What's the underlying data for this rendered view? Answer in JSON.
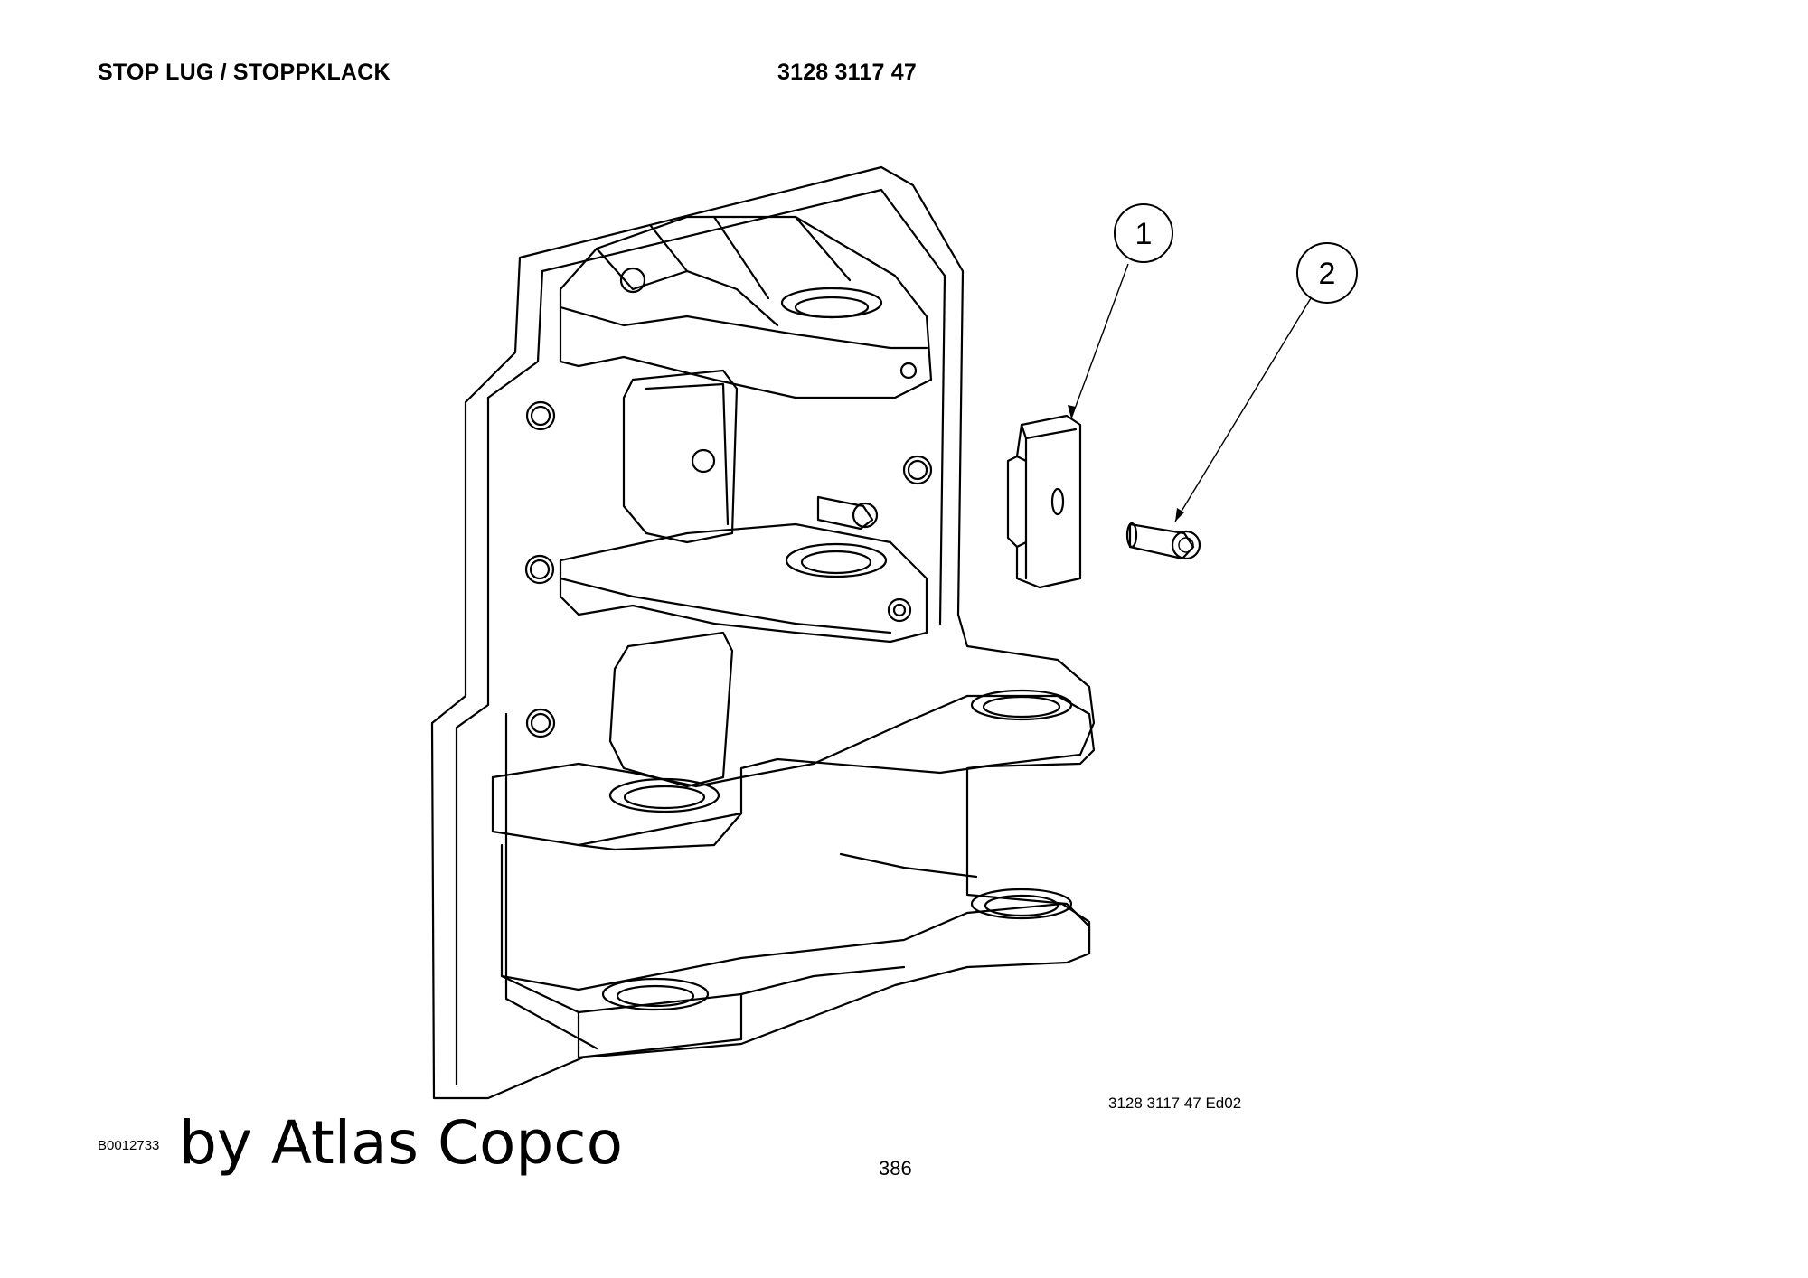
{
  "header": {
    "title": "STOP LUG / STOPPKLACK",
    "part_number": "3128 3117 47"
  },
  "balloons": [
    {
      "label": "1"
    },
    {
      "label": "2"
    }
  ],
  "footer": {
    "drawing_code": "B0012733",
    "brand": "by Atlas Copco",
    "edition": "3128 3117 47  Ed02",
    "page_number": "386"
  }
}
